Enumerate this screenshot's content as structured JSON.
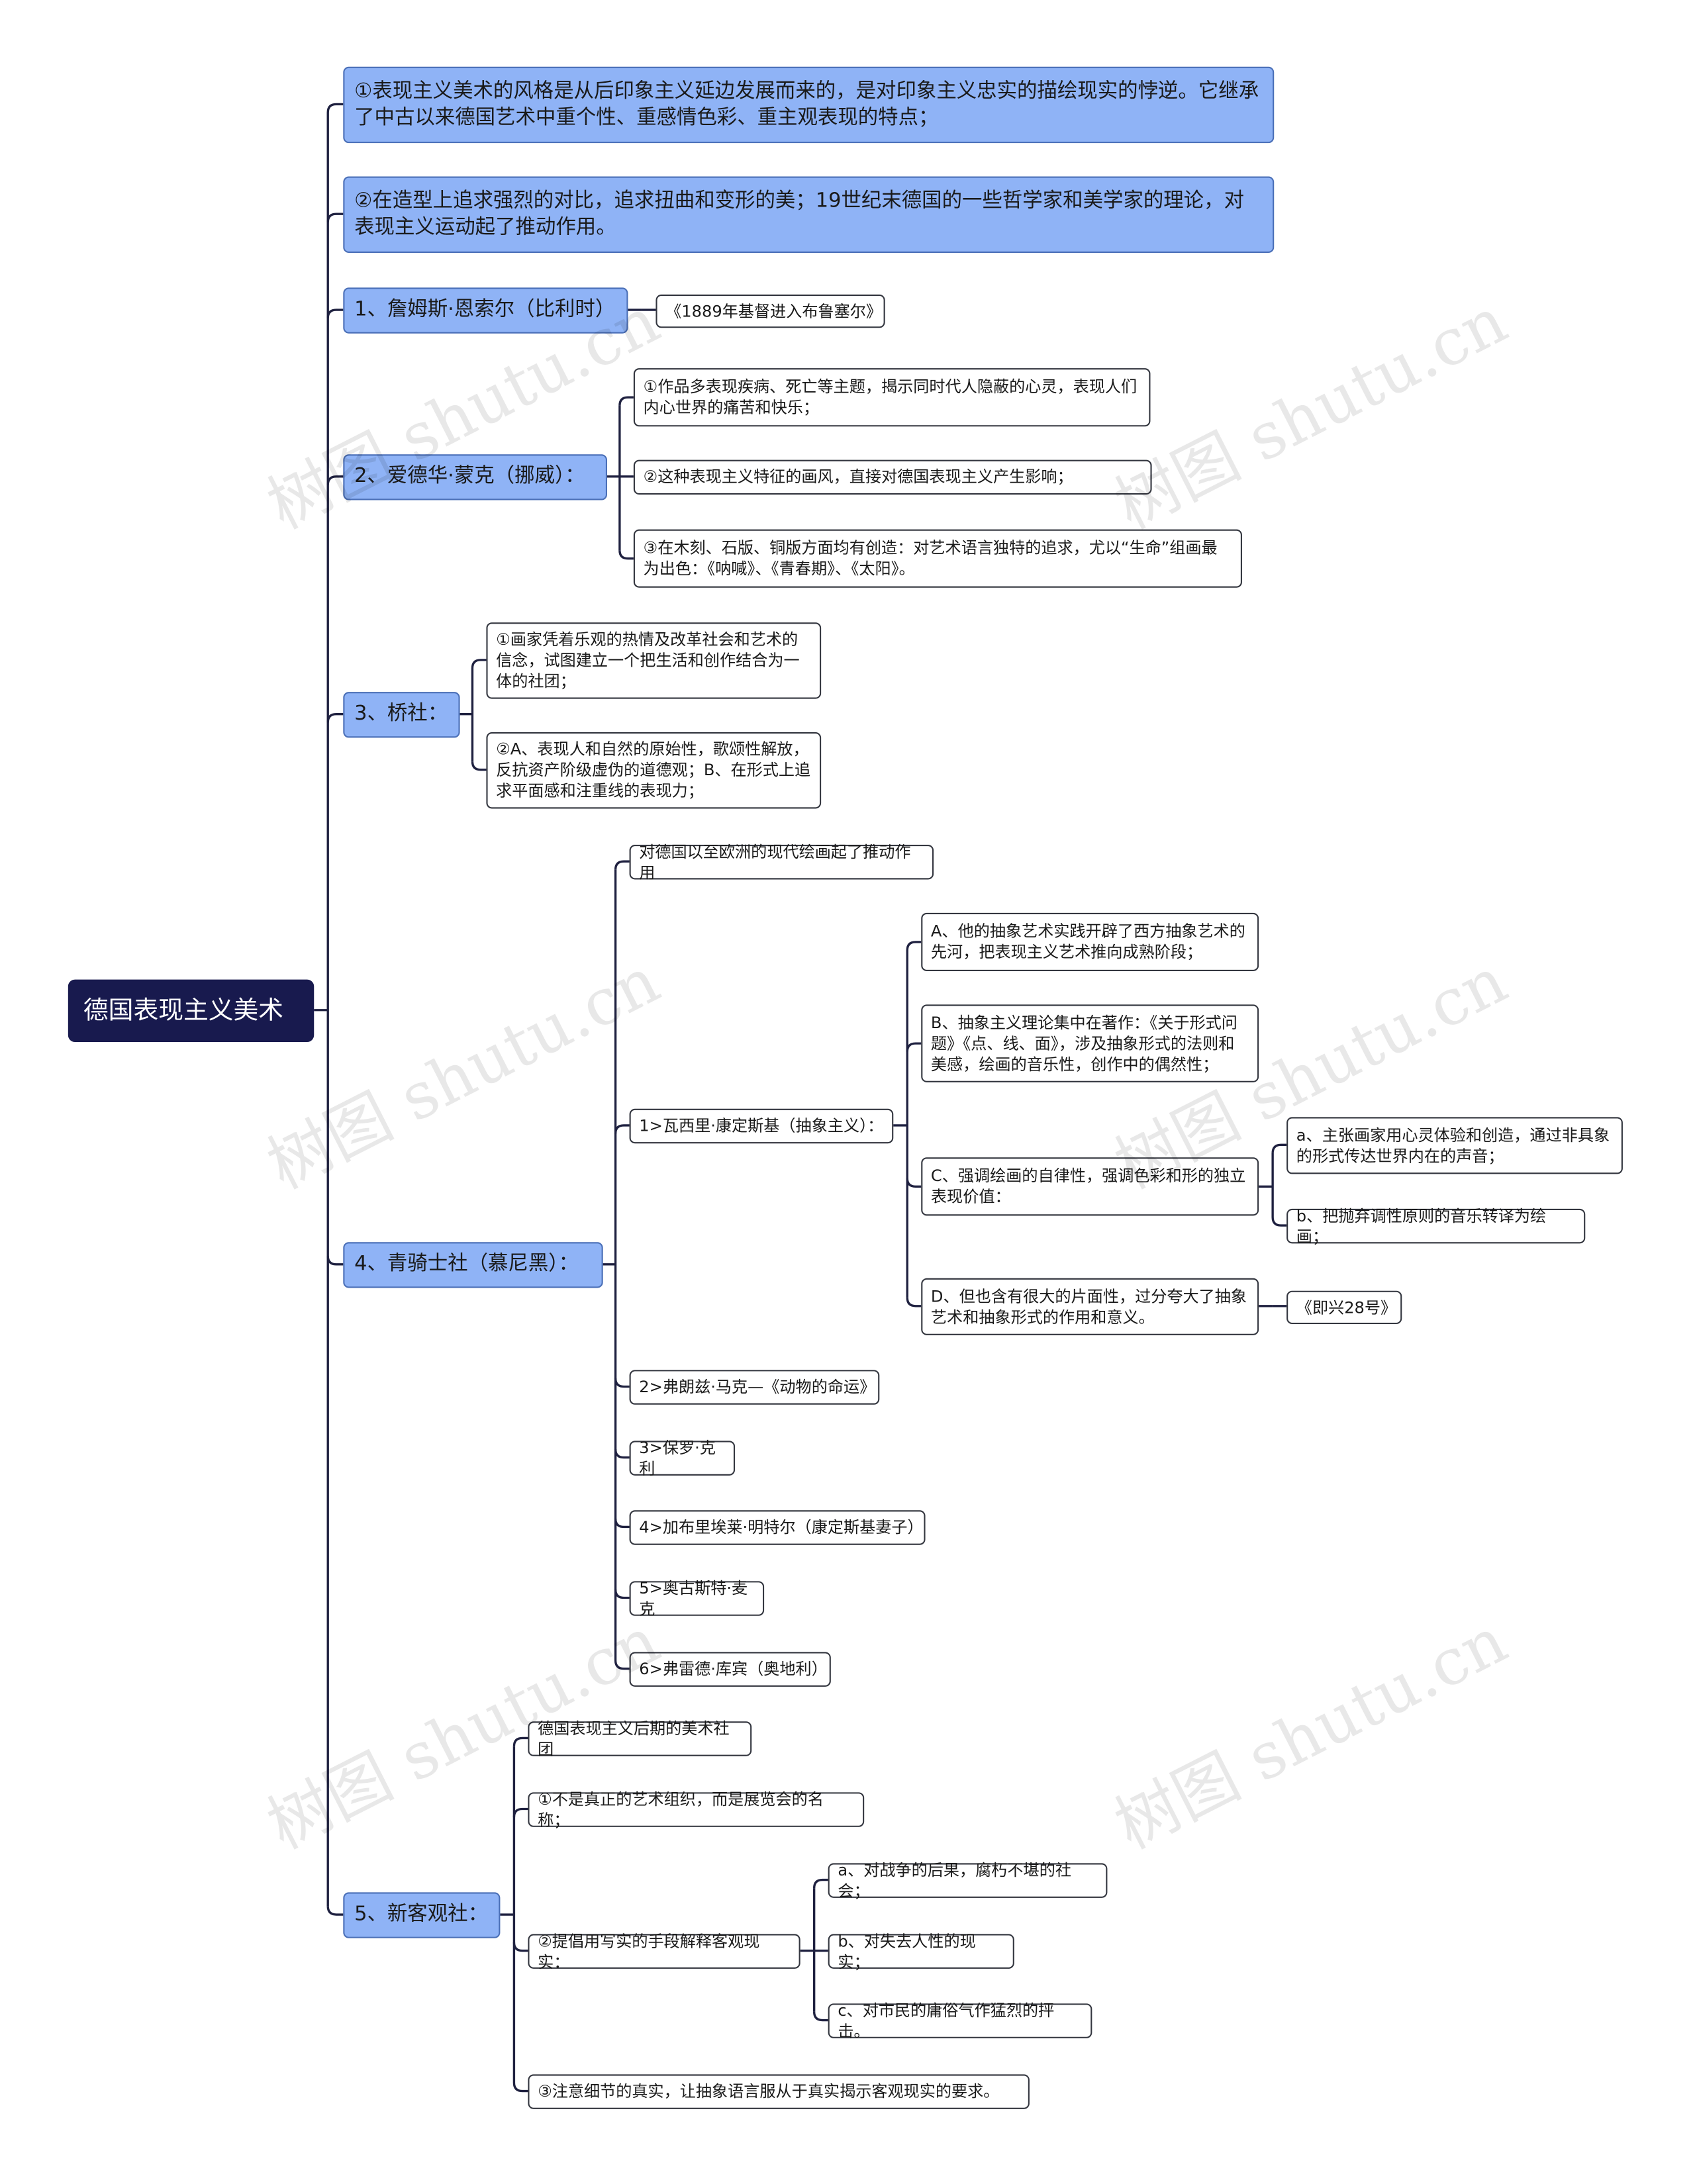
{
  "root": {
    "label": "德国表现主义美术"
  },
  "topics": [
    {
      "label": "①表现主义美术的风格是从后印象主义延边发展而来的，是对印象主义忠实的描绘现实的悖逆。它继承了中古以来德国艺术中重个性、重感情色彩、重主观表现的特点；"
    },
    {
      "label": "②在造型上追求强烈的对比，追求扭曲和变形的美；19世纪末德国的一些哲学家和美学家的理论，对表现主义运动起了推动作用。"
    },
    {
      "label": "1、詹姆斯·恩索尔（比利时）",
      "children": [
        {
          "label": "《1889年基督进入布鲁塞尔》"
        }
      ]
    },
    {
      "label": "2、爱德华·蒙克（挪威）：",
      "children": [
        {
          "label": "①作品多表现疾病、死亡等主题，揭示同时代人隐蔽的心灵，表现人们内心世界的痛苦和快乐；"
        },
        {
          "label": "②这种表现主义特征的画风，直接对德国表现主义产生影响；"
        },
        {
          "label": "③在木刻、石版、铜版方面均有创造：对艺术语言独特的追求，尤以“生命”组画最为出色：《呐喊》、《青春期》、《太阳》。"
        }
      ]
    },
    {
      "label": "3、桥社：",
      "children": [
        {
          "label": "①画家凭着乐观的热情及改革社会和艺术的信念，试图建立一个把生活和创作结合为一体的社团；"
        },
        {
          "label": "②A、表现人和自然的原始性，歌颂性解放，反抗资产阶级虚伪的道德观；B、在形式上追求平面感和注重线的表现力；"
        }
      ]
    },
    {
      "label": "4、青骑士社（慕尼黑）：",
      "children": [
        {
          "label": "对德国以至欧洲的现代绘画起了推动作用"
        },
        {
          "label": "1>瓦西里·康定斯基（抽象主义）：",
          "children": [
            {
              "label": "A、他的抽象艺术实践开辟了西方抽象艺术的先河，把表现主义艺术推向成熟阶段；"
            },
            {
              "label": "B、抽象主义理论集中在著作：《关于形式问题》《点、线、面》，涉及抽象形式的法则和美感，绘画的音乐性，创作中的偶然性；"
            },
            {
              "label": "C、强调绘画的自律性，强调色彩和形的独立表现价值：",
              "children": [
                {
                  "label": "a、主张画家用心灵体验和创造，通过非具象的形式传达世界内在的声音；"
                },
                {
                  "label": "b、把抛弃调性原则的音乐转译为绘画；"
                }
              ]
            },
            {
              "label": "D、但也含有很大的片面性，过分夸大了抽象艺术和抽象形式的作用和意义。",
              "children": [
                {
                  "label": "《即兴28号》"
                }
              ]
            }
          ]
        },
        {
          "label": "2>弗朗兹·马克—《动物的命运》"
        },
        {
          "label": "3>保罗·克利"
        },
        {
          "label": "4>加布里埃莱·明特尔（康定斯基妻子）"
        },
        {
          "label": "5>奥古斯特·麦克"
        },
        {
          "label": "6>弗雷德·库宾（奥地利）"
        }
      ]
    },
    {
      "label": "5、新客观社：",
      "children": [
        {
          "label": "德国表现主义后期的美术社团"
        },
        {
          "label": "①不是真正的艺术组织，而是展览会的名称；"
        },
        {
          "label": "②提倡用写实的手段解释客观现实：",
          "children": [
            {
              "label": "a、对战争的后果，腐朽不堪的社会；"
            },
            {
              "label": "b、对失去人性的现实；"
            },
            {
              "label": "c、对市民的庸俗气作猛烈的抨击。"
            }
          ]
        },
        {
          "label": "③注意细节的真实，让抽象语言服从于真实揭示客观现实的要求。"
        }
      ]
    }
  ],
  "watermark": "树图 shutu.cn",
  "colors": {
    "root": "#181a4e",
    "topic": "#8fb3f6",
    "topic_border": "#4a6fb7",
    "line": "#1f2140"
  }
}
